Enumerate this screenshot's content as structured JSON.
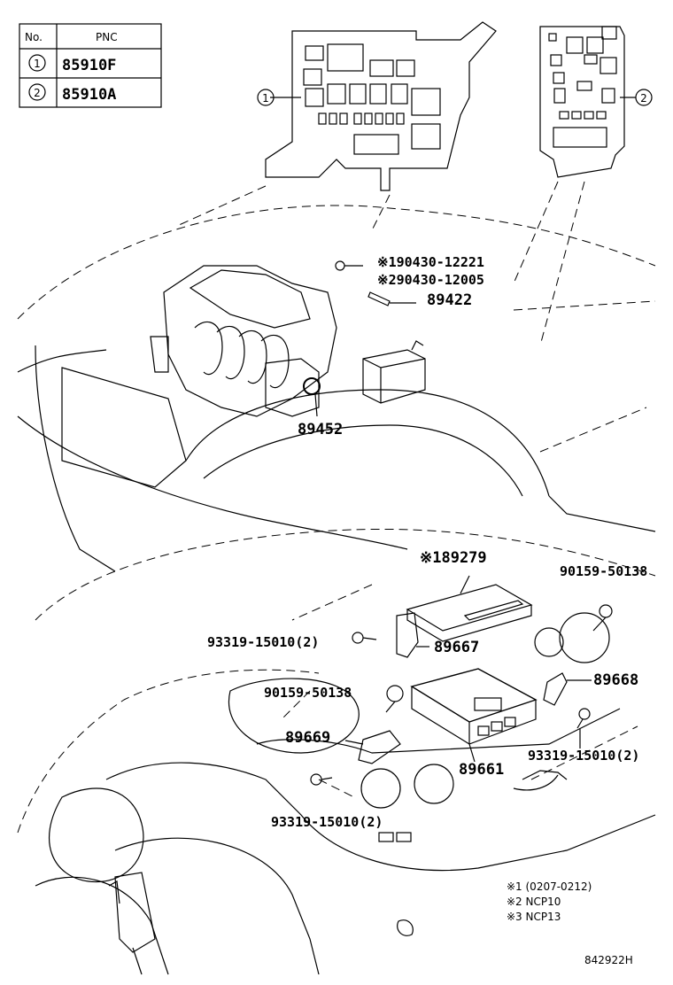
{
  "legend_table": {
    "header_no": "No.",
    "header_pnc": "PNC",
    "rows": [
      {
        "no": "1",
        "pnc": "85910F"
      },
      {
        "no": "2",
        "pnc": "85910A"
      }
    ]
  },
  "callouts": {
    "c1": "1",
    "c2": "2"
  },
  "parts": {
    "p_90430_12221": "※190430-12221",
    "p_90430_12005": "※290430-12005",
    "p_89422": "89422",
    "p_89452": "89452",
    "p_89279": "※189279",
    "p_90159_50138_a": "90159-50138",
    "p_93319_15010_a": "93319-15010(2)",
    "p_89667": "89667",
    "p_89668": "89668",
    "p_90159_50138_b": "90159-50138",
    "p_89669": "89669",
    "p_89661": "89661",
    "p_93319_15010_b": "93319-15010(2)",
    "p_93319_15010_c": "93319-15010(2)"
  },
  "footnotes": [
    "※1 (0207-0212)",
    "※2 NCP10",
    "※3 NCP13"
  ],
  "illustration_id": "842922H"
}
